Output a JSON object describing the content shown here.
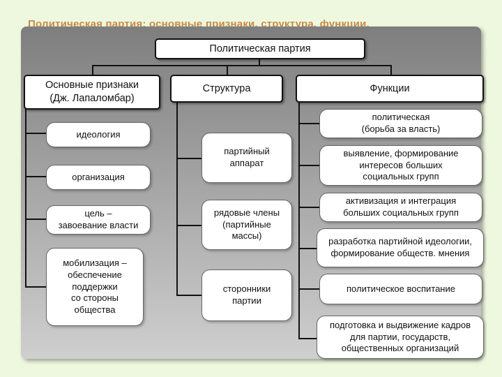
{
  "slide_title": "Политическая партия: основные признаки, структура, функции.",
  "root": "Политическая партия",
  "columns": [
    {
      "label": "Основные признаки\n(Дж. Лапаломбар)",
      "items": [
        "идеология",
        "организация",
        "цель –\nзавоевание власти",
        "мобилизация –\nобеспечение\nподдержки\nсо стороны\nобщества"
      ]
    },
    {
      "label": "Структура",
      "items": [
        "партийный\nаппарат",
        "рядовые члены\n(партийные\nмассы)",
        "сторонники\nпартии"
      ]
    },
    {
      "label": "Функции",
      "items": [
        "политическая\n(борьба за власть)",
        "выявление, формирование\nинтересов больших\nсоциальных групп",
        "активизация и интеграция\nбольших социальных групп",
        "разработка партийной идеологии,\nформирование обществ. мнения",
        "политическое воспитание",
        "подготовка и выдвижение кадров\nдля партии, государств,\nобщественных организаций"
      ]
    }
  ]
}
